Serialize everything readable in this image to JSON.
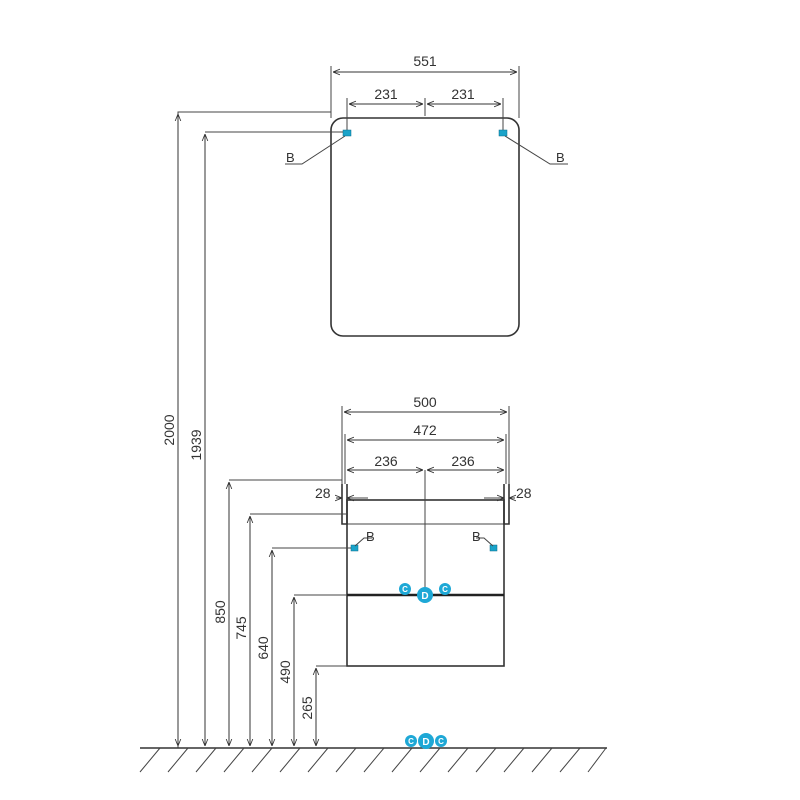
{
  "diagram": {
    "dimensions": {
      "mirror_width": "551",
      "mirror_left_hole": "231",
      "mirror_right_hole": "231",
      "cabinet_width": "500",
      "cabinet_inner_width": "472",
      "cabinet_left_hole": "236",
      "cabinet_right_hole": "236",
      "left_offset": "28",
      "right_offset": "28",
      "height_2000": "2000",
      "height_1939": "1939",
      "height_850": "850",
      "height_745": "745",
      "height_640": "640",
      "height_490": "490",
      "height_265": "265"
    },
    "labels": {
      "mirror_b_left": "B",
      "mirror_b_right": "B",
      "cabinet_b_left": "B",
      "cabinet_b_right": "B"
    },
    "markers": {
      "mid_c_left": "C",
      "mid_d": "D",
      "mid_c_right": "C",
      "floor_c_left": "C",
      "floor_d": "D",
      "floor_c_right": "C"
    },
    "colors": {
      "line": "#333333",
      "accent": "#1ea8d6"
    }
  }
}
